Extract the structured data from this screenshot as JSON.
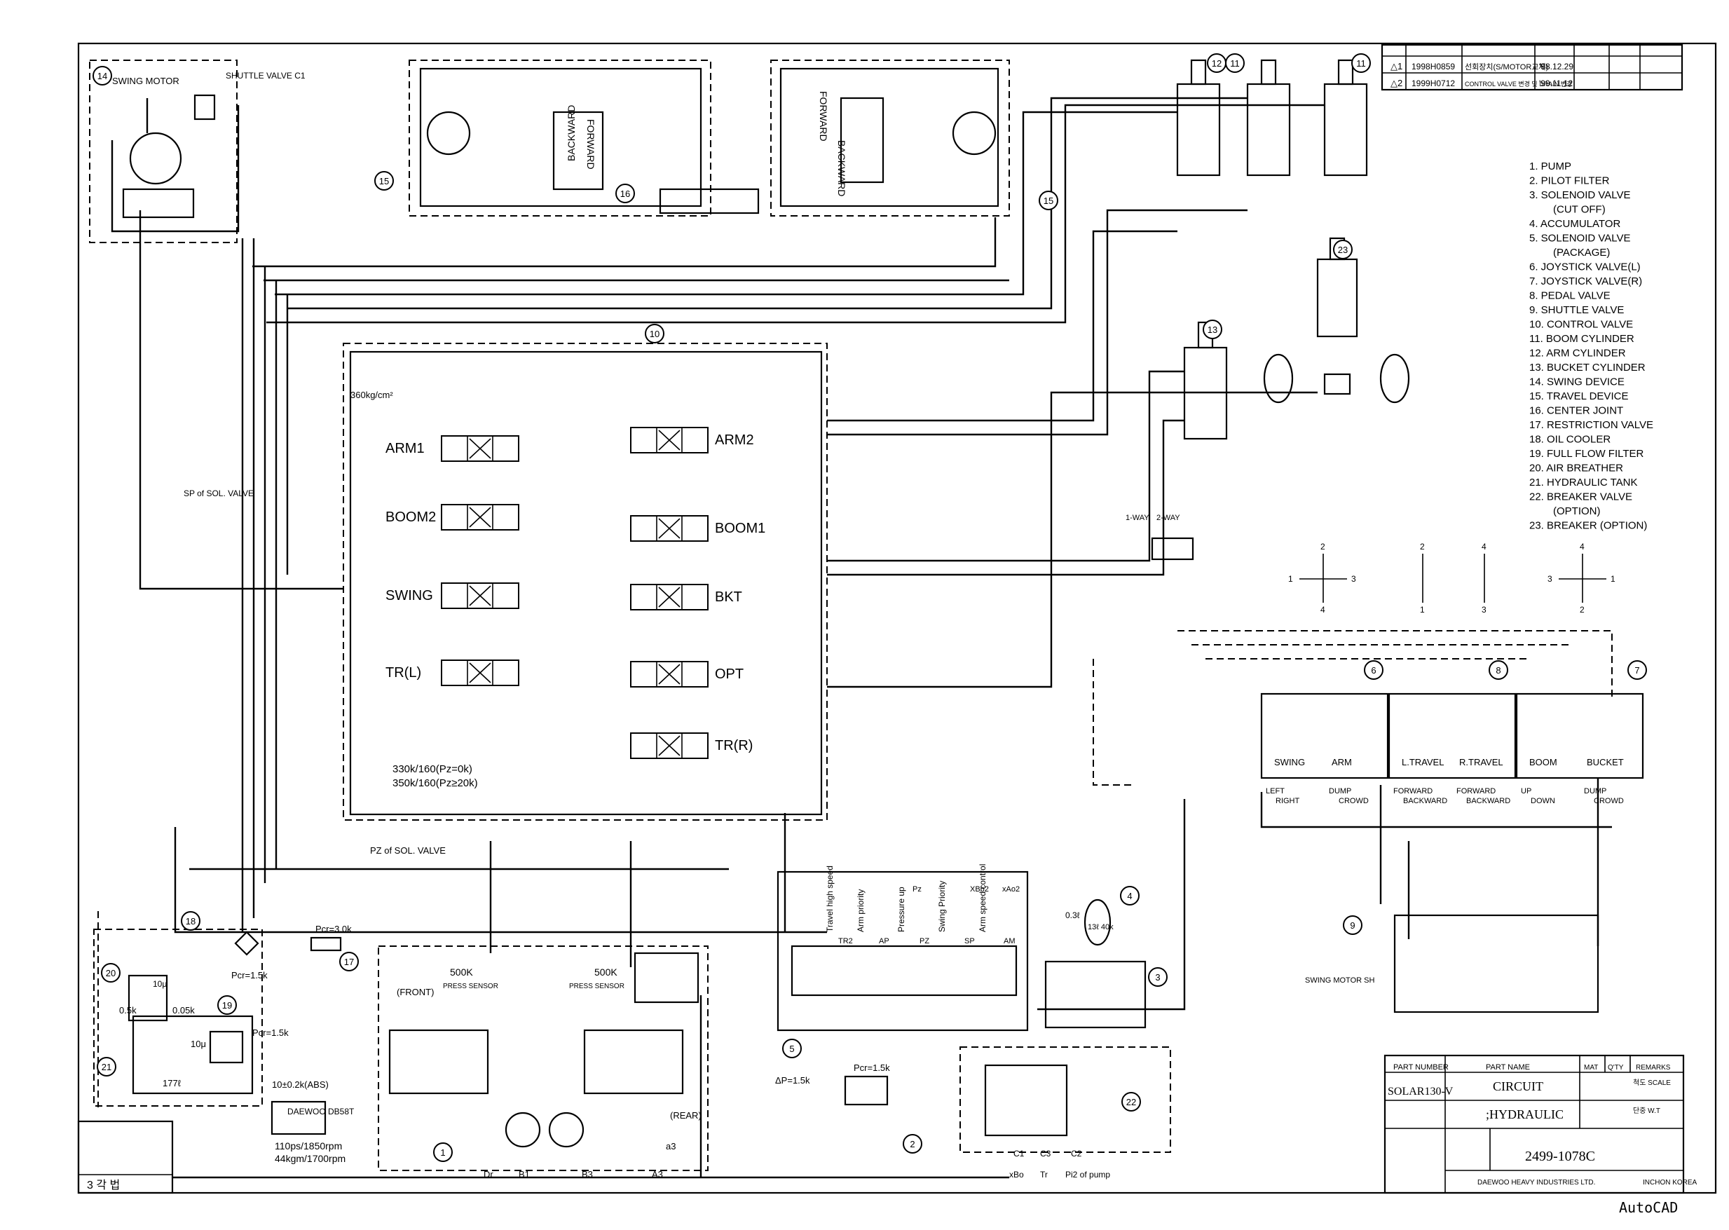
{
  "revisions": {
    "rows": [
      {
        "no": "1998H0859",
        "desc": "선회장치(S/MOTOR교체)",
        "date": "'98.12.29"
      },
      {
        "no": "1999H0712",
        "desc": "CONTROL VALVE 변경 및 DRAIN 변경",
        "date": "'99.11.12"
      }
    ]
  },
  "legend": [
    "1. PUMP",
    "2. PILOT FILTER",
    "3. SOLENOID VALVE",
    "(CUT OFF)",
    "4. ACCUMULATOR",
    "5. SOLENOID VALVE",
    "(PACKAGE)",
    "6. JOYSTICK VALVE(L)",
    "7. JOYSTICK VALVE(R)",
    "8. PEDAL VALVE",
    "9. SHUTTLE VALVE",
    "10. CONTROL VALVE",
    "11. BOOM CYLINDER",
    "12. ARM CYLINDER",
    "13. BUCKET CYLINDER",
    "14. SWING DEVICE",
    "15. TRAVEL DEVICE",
    "16. CENTER JOINT",
    "17. RESTRICTION VALVE",
    "18. OIL COOLER",
    "19. FULL FLOW FILTER",
    "20. AIR BREATHER",
    "21. HYDRAULIC TANK",
    "22. BREAKER VALVE",
    "(OPTION)",
    "23. BREAKER (OPTION)"
  ],
  "components": {
    "swing_motor_label": "SWING MOTOR",
    "shuttle_valve_label": "SHUTTLE VALVE C1",
    "forward": "FORWARD",
    "backward": "BACKWARD",
    "spool_labels": [
      "ARM1",
      "BOOM2",
      "SWING",
      "TR(L)",
      "ARM2",
      "BOOM1",
      "BKT",
      "OPT",
      "TR(R)"
    ],
    "relief_pressure_1": "360kg/cm²",
    "relief_pressure_2": "330k/160(Pz=0k)",
    "relief_pressure_3": "350k/160(Pz≥20k)",
    "pz_sol_valve": "PZ of SOL. VALVE",
    "sp_sol_valve": "SP of SOL. VALVE",
    "joystick_groups": [
      {
        "names": [
          "SWING",
          "ARM"
        ],
        "sub": [
          "LEFT",
          "RIGHT",
          "DUMP",
          "CROWD"
        ]
      },
      {
        "names": [
          "L.TRAVEL",
          "R.TRAVEL"
        ],
        "sub": [
          "FORWARD",
          "BACKWARD",
          "FORWARD",
          "BACKWARD"
        ]
      },
      {
        "names": [
          "BOOM",
          "BUCKET"
        ],
        "sub": [
          "UP",
          "DOWN",
          "DUMP",
          "CROWD"
        ]
      }
    ],
    "swing_motor_sh": "SWING MOTOR SH",
    "way_labels": [
      "1-WAY",
      "2-WAY"
    ],
    "solenoid_labels": [
      "Travel high speed",
      "Arm priority",
      "Pressure up",
      "Swing Priority",
      "Arm speed control"
    ],
    "solenoid_ports": [
      "TR2",
      "AP",
      "PZ",
      "SP",
      "AM",
      "Pz",
      "XBb2",
      "xAo2"
    ],
    "pcr_30": "Pcr=3.0k",
    "pcr_15": "Pcr=1.5k",
    "accumulator": "13ℓ 40k",
    "accumulator_vol": "0.3ℓ",
    "engine": "DAEWOO DB58T",
    "engine_spec_1": "110ps/1850rpm",
    "engine_spec_2": "44kgm/1700rpm",
    "press_sensor": "PRESS SENSOR",
    "sensor_500k": "500K",
    "front": "(FRONT)",
    "rear": "(REAR)",
    "pump_ports": [
      "Dr",
      "B1",
      "B3",
      "A3",
      "a3"
    ],
    "pilot_dp": "ΔP=1.5k",
    "breaker_ports": [
      "C1",
      "C3",
      "C2"
    ],
    "breaker_ports_bottom": [
      "xBo",
      "Tr",
      "Pi2 of pump"
    ],
    "tank_detail": "10±0.2k(ABS)",
    "tank_177": "177ℓ",
    "air_breather": [
      "0.5k",
      "0.05k",
      "10μ"
    ],
    "filter_label": "10μ"
  },
  "callouts": [
    "1",
    "2",
    "3",
    "4",
    "5",
    "6",
    "7",
    "8",
    "9",
    "10",
    "11",
    "11",
    "12",
    "13",
    "14",
    "15",
    "15",
    "16",
    "17",
    "18",
    "19",
    "20",
    "21",
    "22",
    "23"
  ],
  "title_block": {
    "part_no_header": "PART NUMBER",
    "part_name_header": "PART NAME",
    "mat_header": "MAT",
    "qty_header": "Q'TY",
    "remarks_header": "REMARKS",
    "model": "SOLAR130-V",
    "name_1": "CIRCUIT",
    "name_2": ";HYDRAULIC",
    "scale_label": "척도 SCALE",
    "weight_label": "단중 W.T",
    "drawing_no": "2499-1078C",
    "company": "DAEWOO HEAVY INDUSTRIES LTD.",
    "place": "INCHON KOREA",
    "sheet_mark": "3 각 법"
  },
  "software": "AutoCAD"
}
